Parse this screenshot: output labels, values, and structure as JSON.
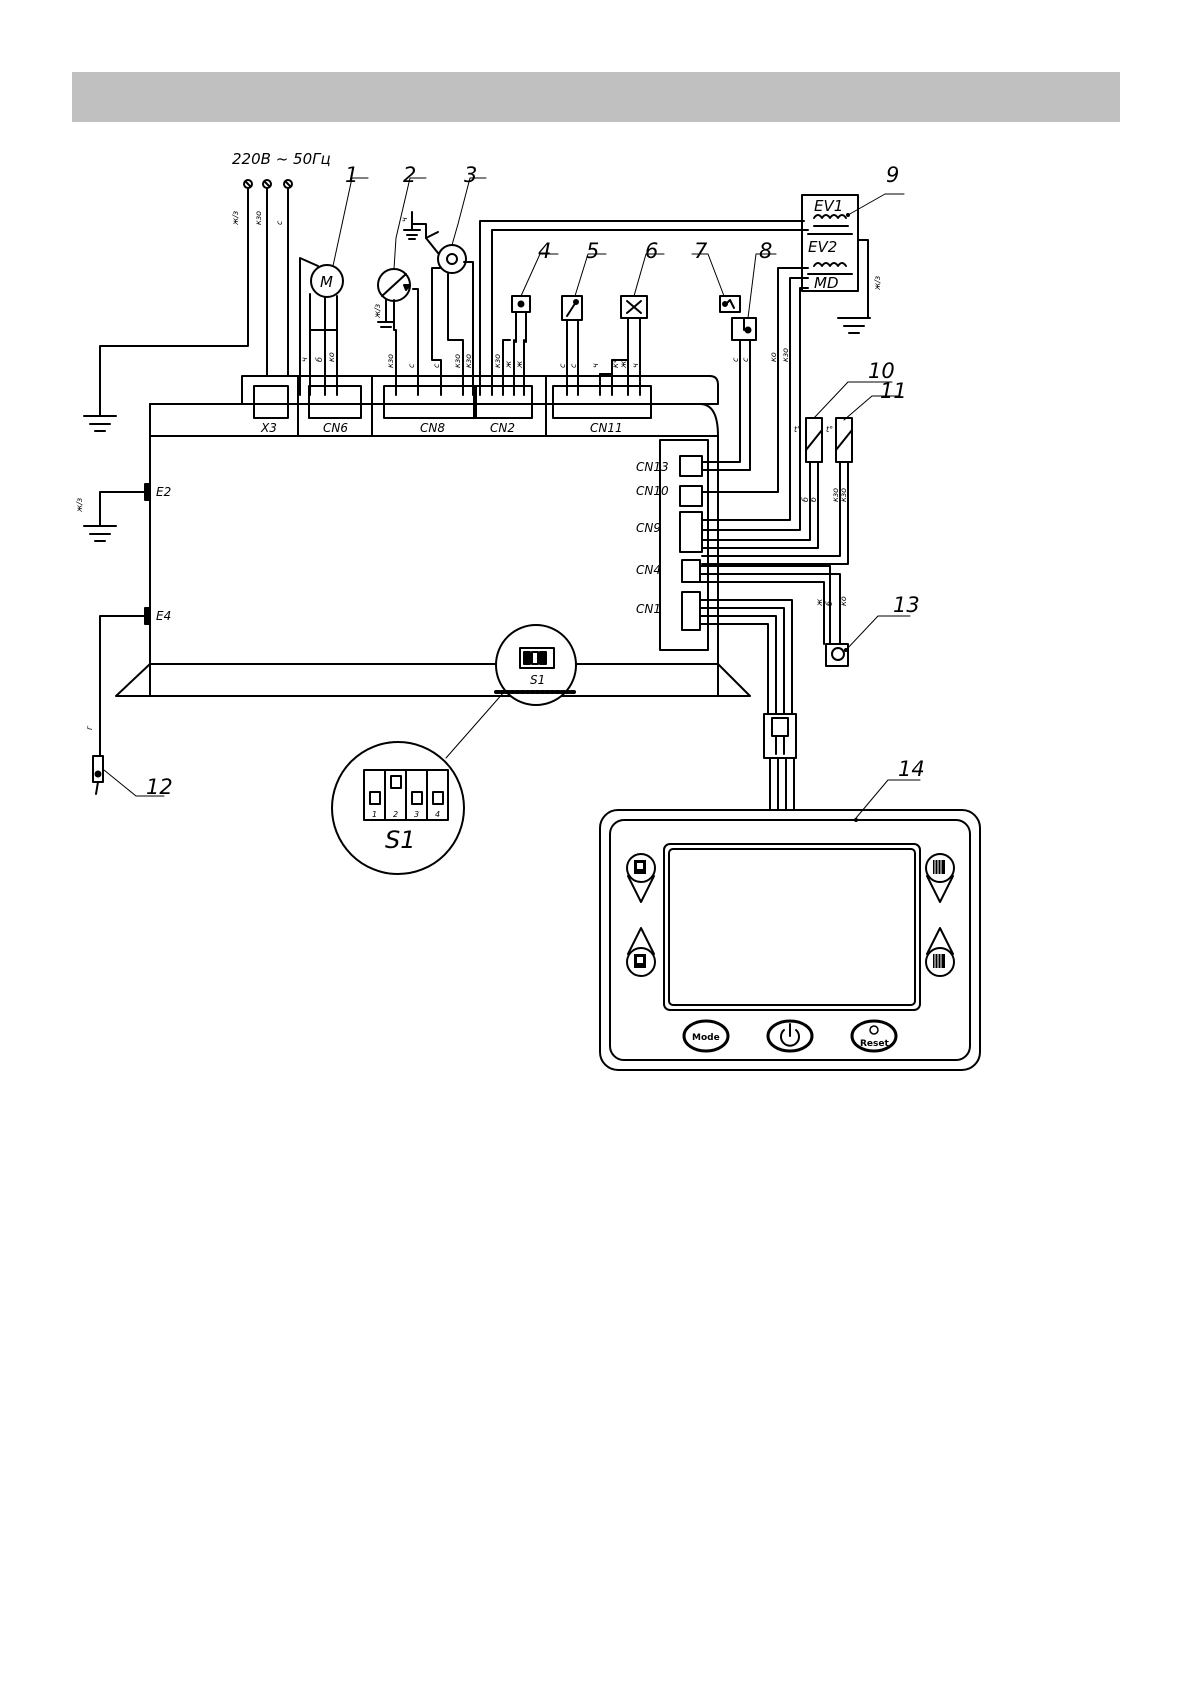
{
  "header": {
    "bar_color": "#c0c0c0"
  },
  "power": {
    "label": "220В ~ 50Гц"
  },
  "components": [
    "1",
    "2",
    "3",
    "4",
    "5",
    "6",
    "7",
    "8",
    "9",
    "10",
    "11",
    "12",
    "13",
    "14"
  ],
  "motor_symbol": "M",
  "valves": {
    "ev1": "EV1",
    "ev2": "EV2",
    "md": "MD"
  },
  "connectors": {
    "x3": "X3",
    "cn6": "CN6",
    "cn8": "CN8",
    "cn2": "CN2",
    "cn11": "CN11",
    "cn13": "CN13",
    "cn10": "CN10",
    "cn9": "CN9",
    "cn4": "CN4",
    "cn1": "CN1",
    "e2": "E2",
    "e4": "E4"
  },
  "switch": {
    "label": "S1",
    "positions": [
      "1",
      "2",
      "3",
      "4"
    ]
  },
  "wires": {
    "yz": "ж/з",
    "kzo": "кзо",
    "s": "с",
    "ch": "ч",
    "b": "б",
    "ko": "ко",
    "zh": "ж",
    "g": "г",
    "kch": "кч"
  },
  "sensor_mark": "t°",
  "panel": {
    "mode_label": "Mode",
    "reset_label": "Reset"
  }
}
